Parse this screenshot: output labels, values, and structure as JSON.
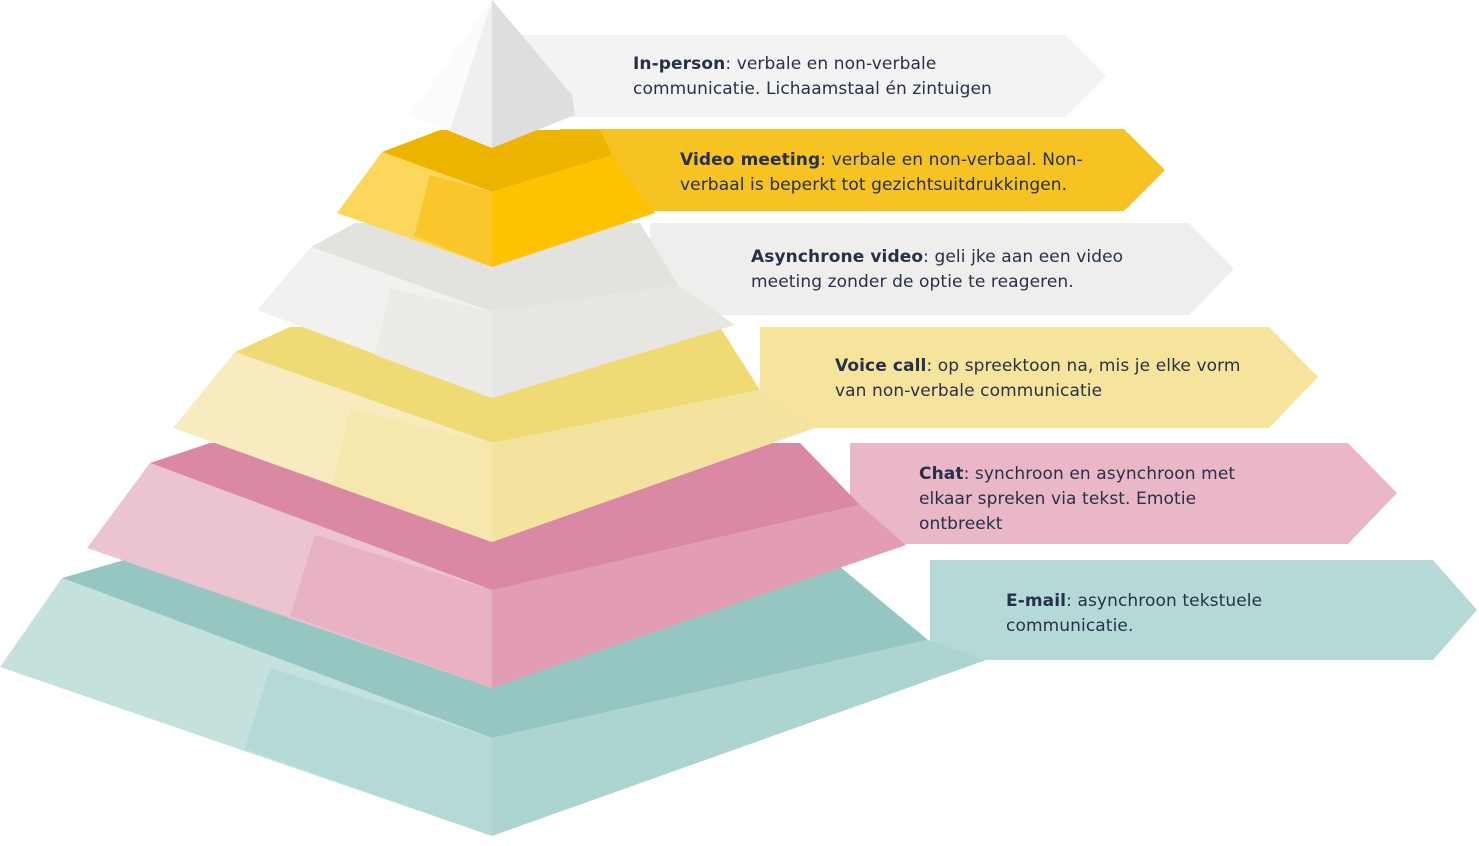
{
  "levels": [
    {
      "title": "In-person",
      "text": ": verbale en non-verbale communicatie. Lichaamstaal én zintuigen",
      "colors": {
        "arrow": "#f3f3f3",
        "light": "#fbfbfb",
        "mid": "#efefef",
        "dark": "#dedede",
        "top": "#e6e6e6"
      }
    },
    {
      "title": "Video meeting",
      "text": ": verbale en non-verbaal. Non-verbaal is beperkt tot gezichtsuitdrukkingen.",
      "colors": {
        "arrow": "#f6c323",
        "light": "#fdd75c",
        "mid": "#fbc52c",
        "dark": "#fdc200",
        "top": "#eeb500"
      }
    },
    {
      "title": "Asynchrone video",
      "text": ": geli jke aan een video meeting zonder de optie te reageren.",
      "colors": {
        "arrow": "#efeeec",
        "light": "#f2f1ef",
        "mid": "#ecebe8",
        "dark": "#e7e6e3",
        "top": "#e3e2df"
      }
    },
    {
      "title": "Voice call",
      "text": ": op spreektoon na, mis  je elke vorm van non-verbale communicatie",
      "colors": {
        "arrow": "#f6e49d",
        "light": "#f7ebbf",
        "mid": "#f6e7ac",
        "dark": "#f4e39e",
        "top": "#efda74"
      }
    },
    {
      "title": "Chat",
      "text": ": synchroon en asynchroon met elkaar spreken via tekst. Emotie ontbreekt",
      "colors": {
        "arrow": "#e9b7c8",
        "light": "#ebc4d0",
        "mid": "#e8b2c4",
        "dark": "#e29db4",
        "top": "#da88a4"
      }
    },
    {
      "title": "E-mail",
      "text": ": asynchroon tekstuele communicatie.",
      "colors": {
        "arrow": "#b5d9d7",
        "light": "#c4e1de",
        "mid": "#b4d9d6",
        "dark": "#acd4d1",
        "top": "#95c6c2"
      }
    }
  ],
  "text_color": "#27304a"
}
